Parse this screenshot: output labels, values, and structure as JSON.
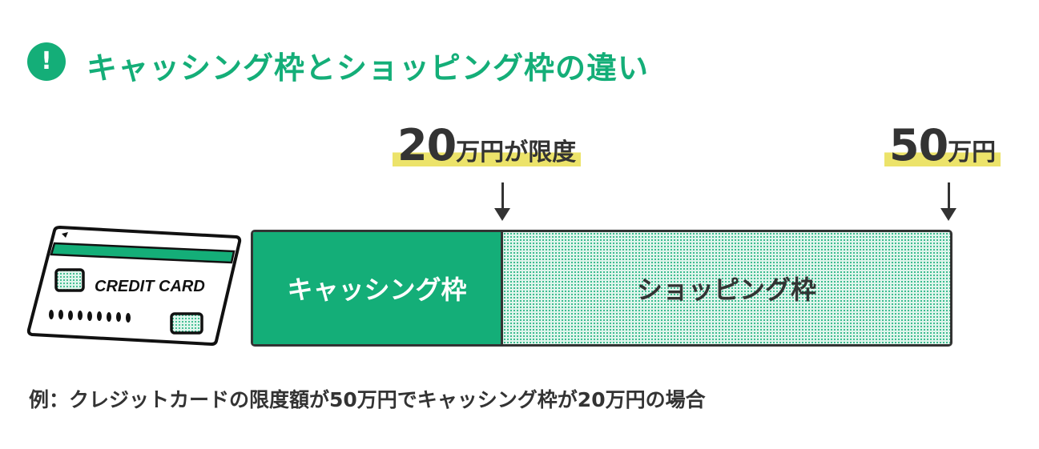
{
  "title": "キャッシング枠とショッピング枠の違い",
  "icon": "exclamation-icon",
  "icon_glyph": "!",
  "colors": {
    "accent": "#14ae78",
    "highlight": "#ece36a",
    "text": "#333333"
  },
  "card": {
    "label": "CREDIT CARD"
  },
  "markers": [
    {
      "num": "20",
      "unit": "万円が限度"
    },
    {
      "num": "50",
      "unit": "万円"
    }
  ],
  "bar": {
    "cashing_label": "キャッシング枠",
    "shopping_label": "ショッピング枠",
    "cashing_limit_man_yen": 20,
    "total_limit_man_yen": 50
  },
  "caption": "例：クレジットカードの限度額が50万円でキャッシング枠が20万円の場合"
}
